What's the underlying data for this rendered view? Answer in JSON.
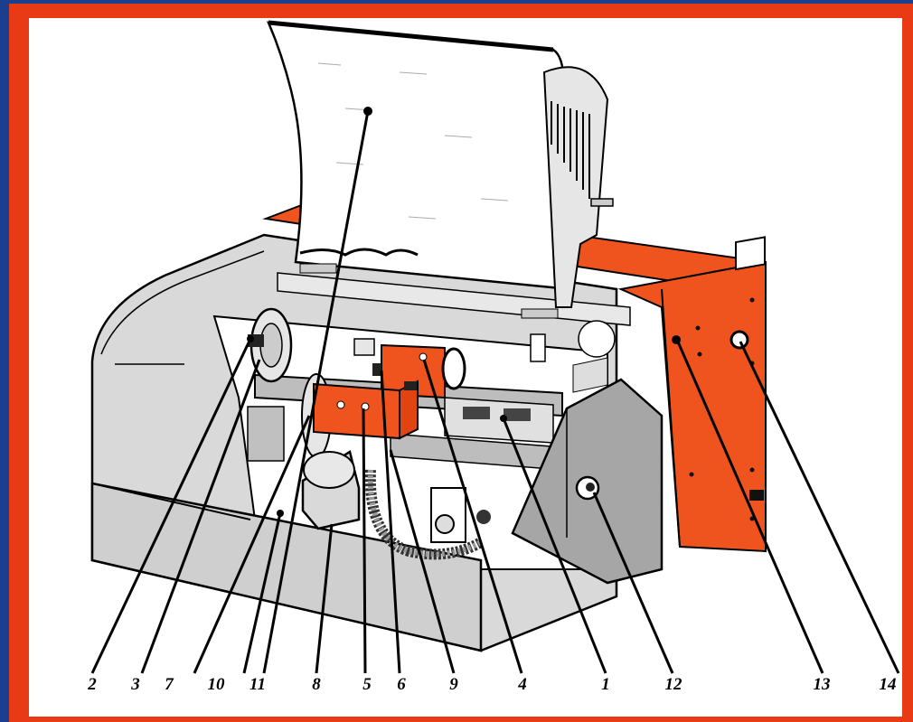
{
  "diagram": {
    "colors": {
      "outer_border": "#1a3f8f",
      "frame": "#e83a14",
      "accent_orange": "#f0541e",
      "body_grey": "#d9d9d9",
      "panel_grey": "#a6a6a6",
      "outline": "#000000"
    },
    "callouts": [
      {
        "id": "c2",
        "label": "2"
      },
      {
        "id": "c3",
        "label": "3"
      },
      {
        "id": "c7",
        "label": "7"
      },
      {
        "id": "c10",
        "label": "10"
      },
      {
        "id": "c11",
        "label": "11"
      },
      {
        "id": "c8",
        "label": "8"
      },
      {
        "id": "c5",
        "label": "5"
      },
      {
        "id": "c6",
        "label": "6"
      },
      {
        "id": "c9",
        "label": "9"
      },
      {
        "id": "c4",
        "label": "4"
      },
      {
        "id": "c1",
        "label": "1"
      },
      {
        "id": "c12",
        "label": "12"
      },
      {
        "id": "c13",
        "label": "13"
      },
      {
        "id": "c14",
        "label": "14"
      }
    ]
  }
}
